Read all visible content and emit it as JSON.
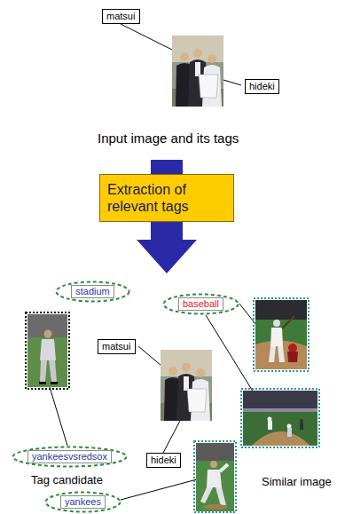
{
  "diagram": {
    "nodes": [
      {
        "text": [
          "matsui"
        ]
      },
      {
        "text": [
          "hideki"
        ]
      },
      {
        "text": [
          "Extraction of relevant tags"
        ]
      },
      {
        "text": [
          "stadium"
        ]
      },
      {
        "text": [
          "baseball"
        ]
      },
      {
        "text": [
          "matsui"
        ]
      },
      {
        "text": [
          "yankeesvsredsox"
        ]
      },
      {
        "text": [
          "hideki"
        ]
      },
      {
        "text": [
          "yankees"
        ]
      }
    ],
    "labels": [
      "Input image and its tags",
      "Tag candidate",
      "Similar image"
    ]
  }
}
